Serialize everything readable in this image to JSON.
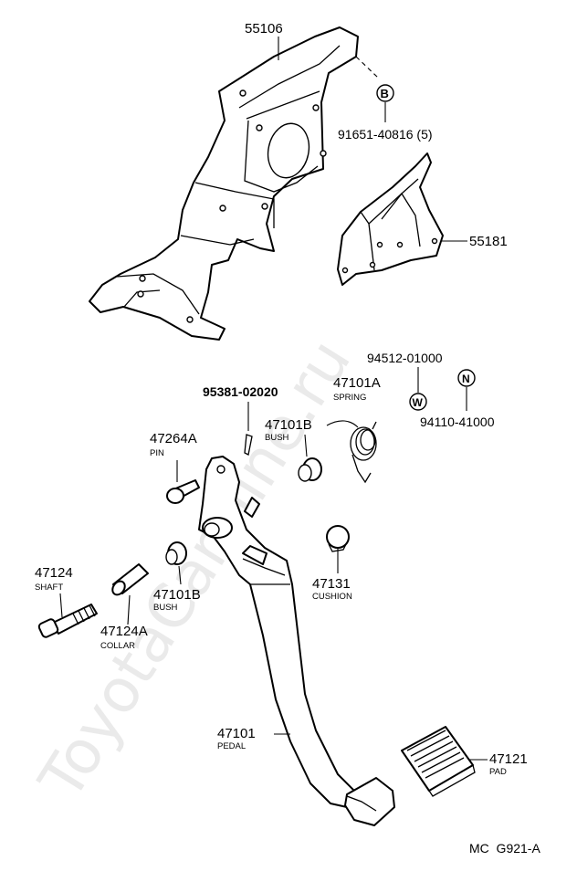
{
  "diagram": {
    "figure_code": "MC  G921-A",
    "watermark": "ToyotaCarMine.ru",
    "parts": {
      "bracket": {
        "number": "55106"
      },
      "bolt_b": {
        "number": "91651-40816 (5)",
        "symbol": "B"
      },
      "brace": {
        "number": "55181"
      },
      "nut_w": {
        "number": "94512-01000",
        "symbol": "W"
      },
      "nut_n": {
        "number": "94110-41000",
        "symbol": "N"
      },
      "cotter_pin": {
        "number": "95381-02020"
      },
      "spring": {
        "number": "47101A",
        "sub": "SPRING"
      },
      "bush_upper": {
        "number": "47101B",
        "sub": "BUSH"
      },
      "pin": {
        "number": "47264A",
        "sub": "PIN"
      },
      "shaft": {
        "number": "47124",
        "sub": "SHAFT"
      },
      "bush_lower": {
        "number": "47101B",
        "sub": "BUSH"
      },
      "collar": {
        "number": "47124A",
        "sub": "COLLAR"
      },
      "cushion": {
        "number": "47131",
        "sub": "CUSHION"
      },
      "pedal": {
        "number": "47101",
        "sub": "PEDAL"
      },
      "pad": {
        "number": "47121",
        "sub": "PAD"
      }
    }
  }
}
